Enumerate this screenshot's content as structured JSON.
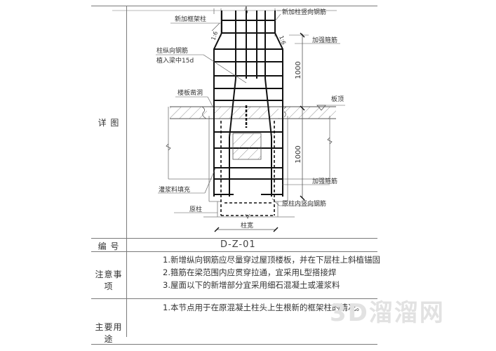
{
  "table": {
    "rows": [
      {
        "label": "详  图"
      },
      {
        "label": "编  号",
        "value": "D-Z-01"
      },
      {
        "label": "注意事项",
        "lines": [
          "1.新增纵向钢筋应尽量穿过屋顶楼板，并在下层柱上斜植锚固",
          "2.箍筋在梁范围内应贯穿拉通，宜采用L型搭接焊",
          "3.屋面以下的新增部分宜采用细石混凝土或灌浆料"
        ]
      },
      {
        "label": "主要用途",
        "lines": [
          "1.本节点用于在原混凝土柱头上生根新的框架柱的情况。"
        ]
      }
    ]
  },
  "drawing": {
    "annotations": {
      "new_frame_column": "新加框架柱",
      "new_column_vertical_rebar": "新加柱竖向钢筋",
      "reinforced_stirrup_top": "加强箍筋",
      "column_longitudinal_rebar_line1": "柱纵向钢筋",
      "column_longitudinal_rebar_line2": "植入梁中15d",
      "slab_opening": "楼板凿洞",
      "slab_top": "板顶",
      "grout_fill": "灌浆料填充",
      "reinforced_stirrup_bottom": "加强箍筋",
      "original_column": "原柱",
      "original_column_inner_rebar": "原柱内竖向钢筋",
      "column_width": "柱宽",
      "slope_left": "1:6",
      "slope_right": "1:6",
      "dim_top": "1000",
      "dim_bottom": "1000"
    }
  },
  "watermark": "3D溜溜网"
}
